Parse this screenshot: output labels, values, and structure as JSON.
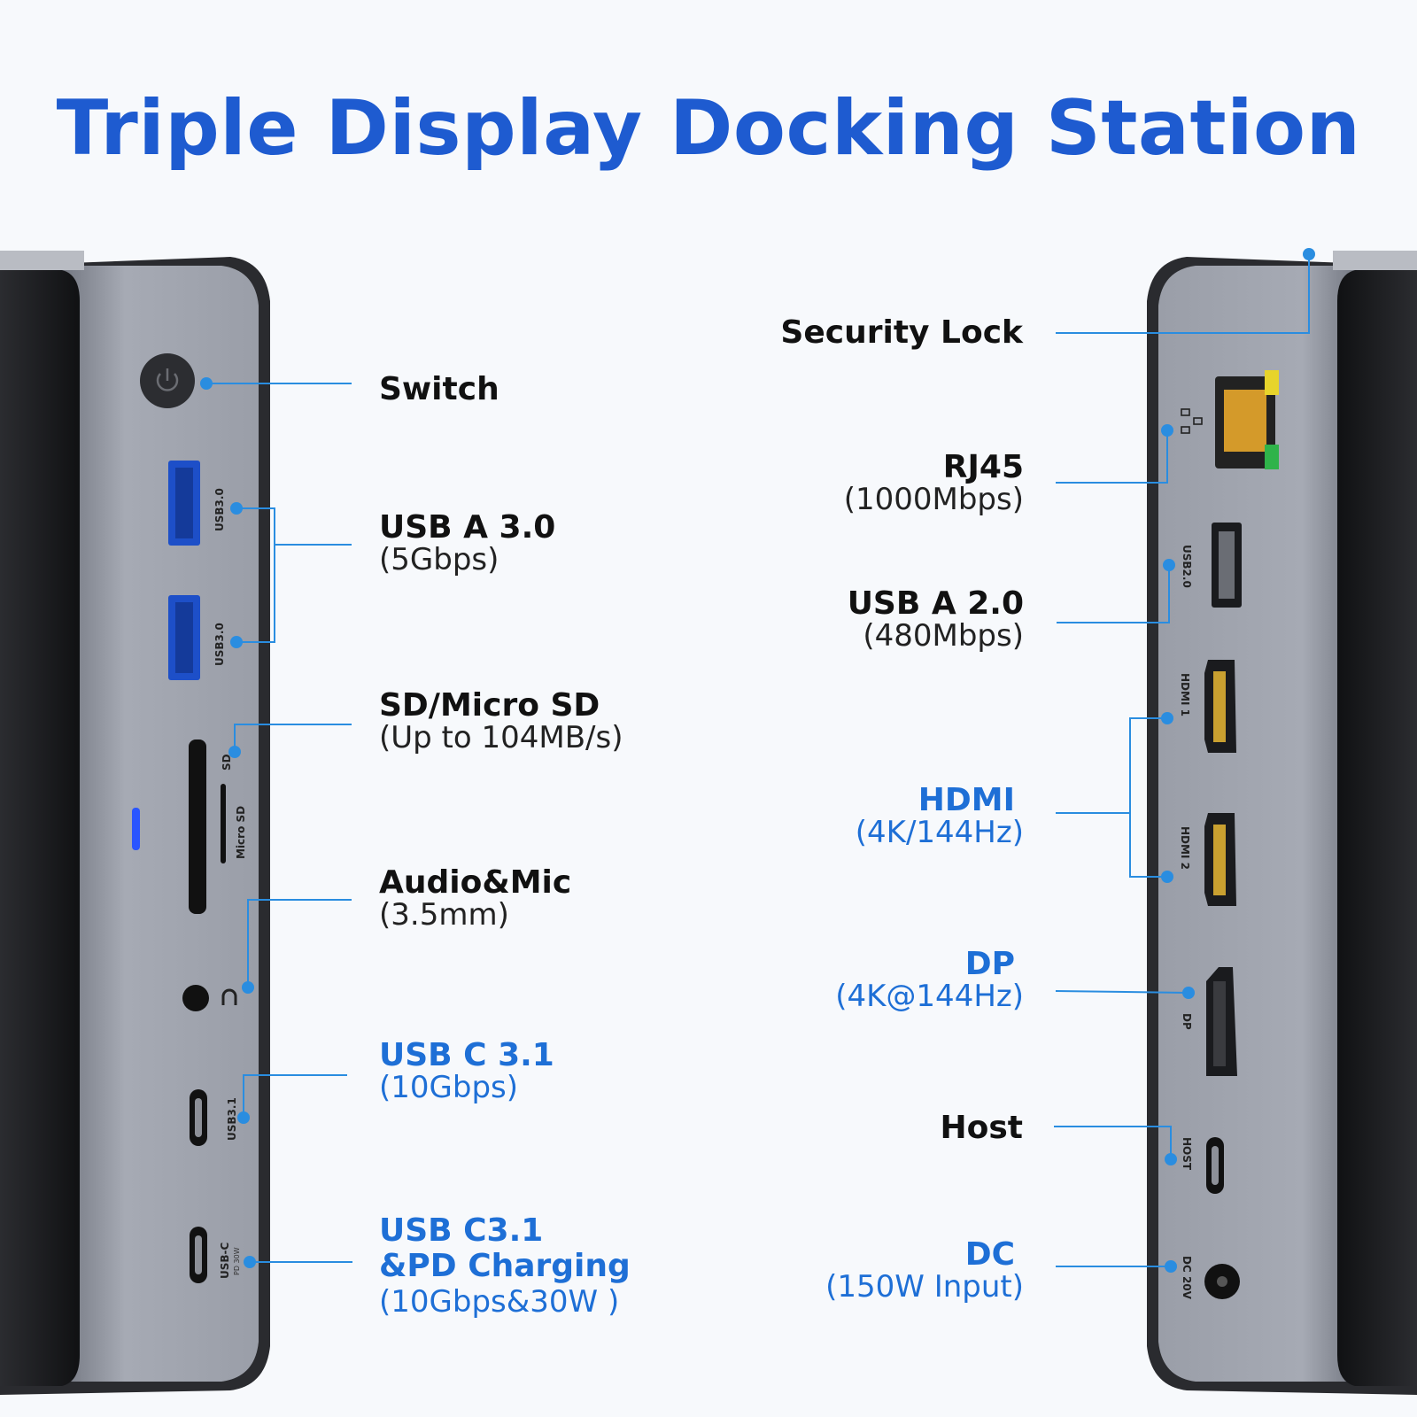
{
  "title": "Triple Display Docking Station",
  "colors": {
    "accent": "#1e5bd0",
    "line": "#2a8de0",
    "body": "#9ea2ad",
    "dark": "#1e1f22"
  },
  "left_ports": [
    {
      "title": "Switch",
      "sub": "",
      "highlight": false
    },
    {
      "title": "USB A 3.0",
      "sub": "(5Gbps)",
      "highlight": false
    },
    {
      "title": "SD/Micro SD",
      "sub": "(Up to 104MB/s)",
      "highlight": false
    },
    {
      "title": "Audio&Mic",
      "sub": "(3.5mm)",
      "highlight": false
    },
    {
      "title": "USB C 3.1",
      "sub": "(10Gbps)",
      "highlight": true
    },
    {
      "title": "USB C3.1",
      "title2": "&PD Charging",
      "sub": "(10Gbps&30W )",
      "highlight": true
    }
  ],
  "right_ports": [
    {
      "title": "Security Lock",
      "sub": "",
      "highlight": false
    },
    {
      "title": "RJ45",
      "sub": "(1000Mbps)",
      "highlight": false
    },
    {
      "title": "USB A 2.0",
      "sub": "(480Mbps)",
      "highlight": false
    },
    {
      "title": "HDMI",
      "sub": "(4K/144Hz)",
      "highlight": true
    },
    {
      "title": "DP",
      "sub": "(4K@144Hz)",
      "highlight": true
    },
    {
      "title": "Host",
      "sub": "",
      "highlight": false
    },
    {
      "title": "DC",
      "sub": "(150W Input)",
      "highlight": true
    }
  ],
  "device_marks": {
    "usb3_a": "USB3.0",
    "usb3_b": "USB3.0",
    "sd": "SD",
    "micro_sd": "Micro SD",
    "usb31": "USB3.1",
    "usbc": "USB-C",
    "usbc_pd": "PD 30W",
    "usb20": "USB2.0",
    "hdmi1": "HDMI 1",
    "hdmi2": "HDMI 2",
    "dp": "DP",
    "host": "HOST",
    "dc": "DC 20V"
  }
}
